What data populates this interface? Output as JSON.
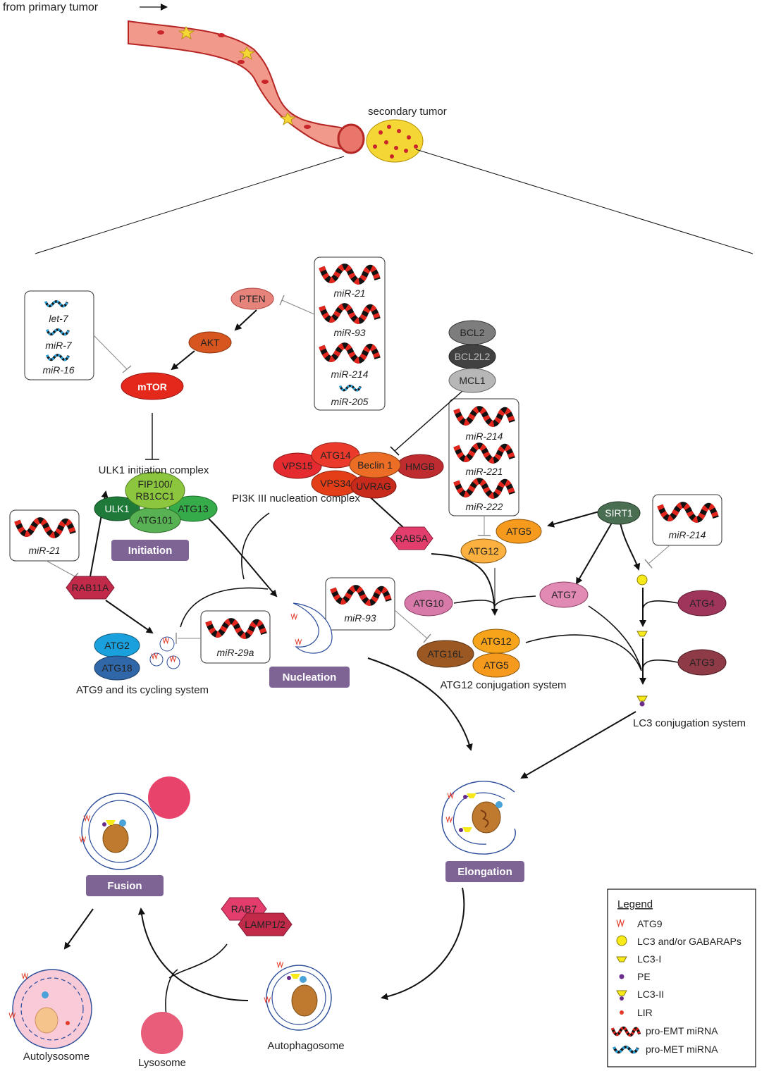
{
  "header": {
    "from_label": "from primary tumor",
    "secondary_label": "secondary tumor"
  },
  "mirna": {
    "let7": "let-7",
    "mir7": "miR-7",
    "mir16": "miR-16",
    "mir21": "miR-21",
    "mir93": "miR-93",
    "mir214": "miR-214",
    "mir205": "miR-205",
    "mir221": "miR-221",
    "mir222": "miR-222",
    "mir29a": "miR-29a"
  },
  "proteins": {
    "pten": "PTEN",
    "akt": "AKT",
    "mtor": "mTOR",
    "bcl2": "BCL2",
    "bcl2l2": "BCL2L2",
    "mcl1": "MCL1",
    "vps15": "VPS15",
    "atg14": "ATG14",
    "beclin1": "Beclin 1",
    "hmgb": "HMGB",
    "vps34": "VPS34",
    "uvrag": "UVRAG",
    "fip200": "FIP100/",
    "rb1cc1": "RB1CC1",
    "ulk1": "ULK1",
    "atg13": "ATG13",
    "atg101": "ATG101",
    "rab11a": "RAB11A",
    "rab5a": "RAB5A",
    "sirt1": "SIRT1",
    "atg5": "ATG5",
    "atg12": "ATG12",
    "atg7": "ATG7",
    "atg10": "ATG10",
    "atg4": "ATG4",
    "atg3": "ATG3",
    "atg16l": "ATG16L",
    "atg2": "ATG2",
    "atg18": "ATG18",
    "rab7": "RAB7",
    "lamp": "LAMP1/2"
  },
  "complexes": {
    "ulk1_complex": "ULK1 initiation complex",
    "pi3k_complex": "PI3K III nucleation complex",
    "atg9_system": "ATG9 and its cycling system",
    "atg12_system": "ATG12 conjugation system",
    "lc3_system": "LC3 conjugation system"
  },
  "stages": {
    "initiation": "Initiation",
    "nucleation": "Nucleation",
    "elongation": "Elongation",
    "fusion": "Fusion"
  },
  "structures": {
    "autophagosome": "Autophagosome",
    "autolysosome": "Autolysosome",
    "lysosome": "Lysosome"
  },
  "legend": {
    "title": "Legend",
    "items": [
      "ATG9",
      "LC3 and/or GABARAPs",
      "LC3-I",
      "PE",
      "LC3-II",
      "LIR",
      "pro-EMT miRNA",
      "pro-MET miRNA"
    ]
  },
  "colors": {
    "stage_box": "#7d6495",
    "emt_red": "#e2261d",
    "met_blue": "#2aa3dc",
    "vessel": "#f19a8b"
  }
}
